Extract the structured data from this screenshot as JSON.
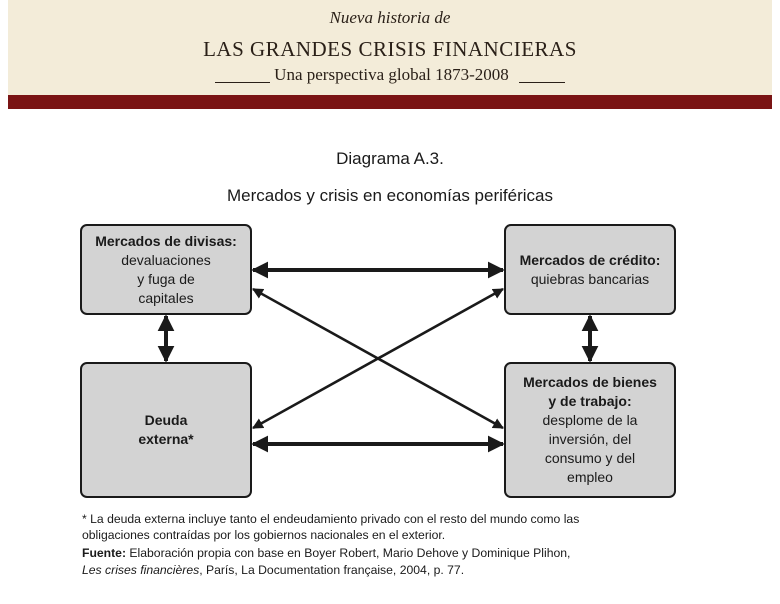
{
  "header": {
    "series": "Nueva historia de",
    "title": "LAS GRANDES CRISIS FINANCIERAS",
    "subtitle": "Una perspectiva global 1873-2008"
  },
  "diagram": {
    "label": "Diagrama A.3.",
    "title": "Mercados y crisis en economías periféricas",
    "nodes": {
      "divisas": {
        "heading": "Mercados de divisas:",
        "lines": [
          "devaluaciones",
          "y fuga de",
          "capitales"
        ]
      },
      "credito": {
        "heading": "Mercados de crédito:",
        "lines": [
          "quiebras bancarias"
        ]
      },
      "deuda": {
        "lines": [
          "Deuda",
          "externa*"
        ]
      },
      "bienes": {
        "heading_lines": [
          "Mercados de bienes",
          "y de trabajo:"
        ],
        "lines": [
          "desplome de la",
          "inversión, del",
          "consumo y del",
          "empleo"
        ]
      }
    },
    "edges": [
      {
        "from": "divisas",
        "to": "credito",
        "type": "bidirectional"
      },
      {
        "from": "divisas",
        "to": "deuda",
        "type": "bidirectional"
      },
      {
        "from": "credito",
        "to": "bienes",
        "type": "bidirectional"
      },
      {
        "from": "deuda",
        "to": "bienes",
        "type": "bidirectional"
      },
      {
        "from": "divisas",
        "to": "bienes",
        "type": "bidirectional"
      },
      {
        "from": "deuda",
        "to": "credito",
        "type": "bidirectional"
      }
    ]
  },
  "footnote": {
    "note_line1": "* La deuda externa incluye tanto el endeudamiento privado con el resto del mundo como las",
    "note_line2": "obligaciones contraídas por los gobiernos nacionales en el exterior.",
    "source_label": "Fuente:",
    "source_line1": " Elaboración propia con base en Boyer Robert, Mario Dehove y Dominique Plihon,",
    "source_italic": "Les crises financières",
    "source_line2": ", París, La Documentation française, 2004, p. 77."
  },
  "colors": {
    "header_bg": "#f3ecd9",
    "bar": "#7a1414",
    "box_fill": "#d3d3d3",
    "ink": "#1a1a1a"
  }
}
